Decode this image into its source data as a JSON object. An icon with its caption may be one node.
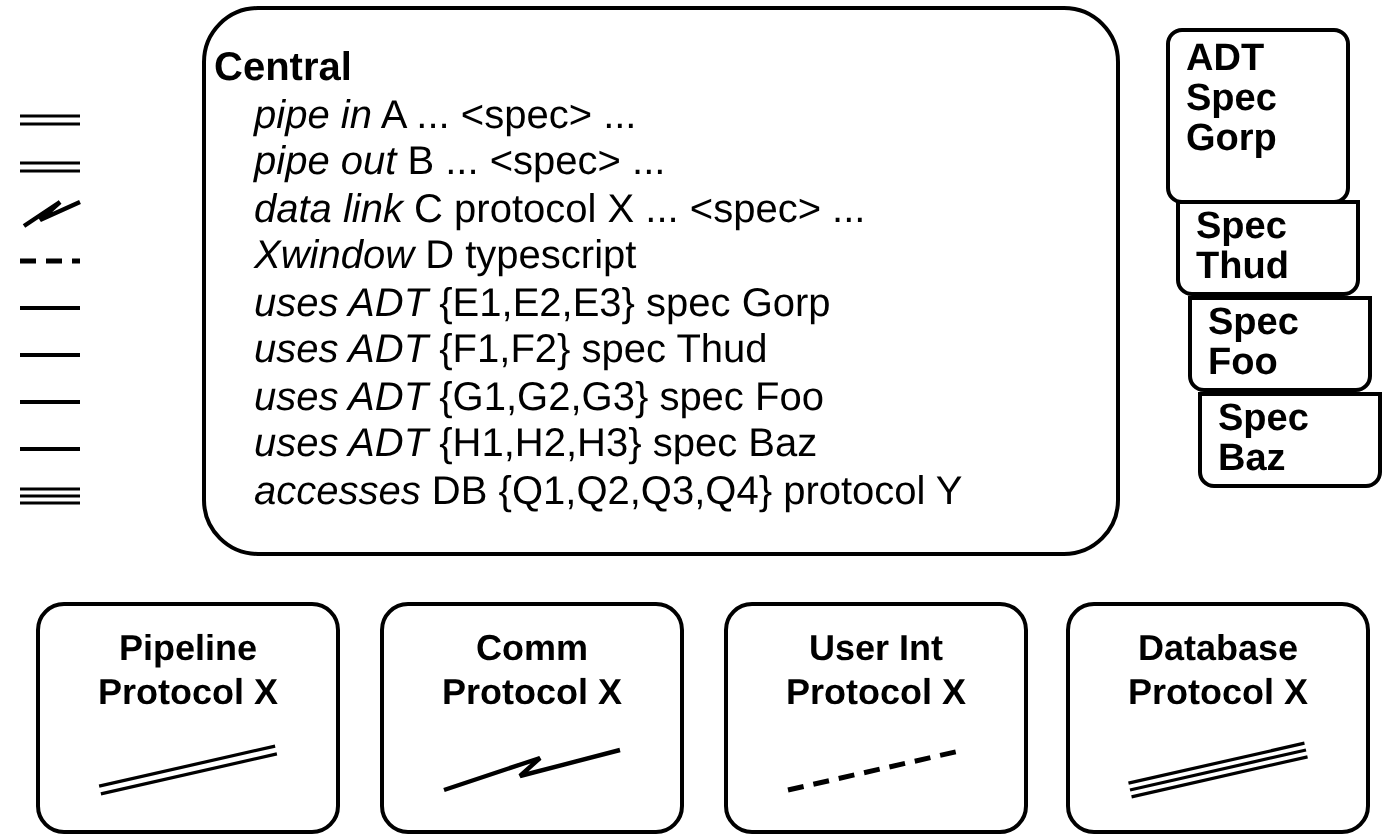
{
  "diagram": {
    "nodes": [
      {
        "text": [
          "Central",
          "*pipe in* A ... <spec> ...",
          "*pipe out* B ... <spec> ...",
          "*data link* C protocol X ... <spec> ...",
          "*Xwindow* D typescript",
          "*uses ADT* {E1,E2,E3} spec Gorp",
          "*uses ADT* {F1,F2} spec Thud",
          "*uses ADT* {G1,G2,G3} spec Foo",
          "*uses ADT* {H1,H2,H3} spec Baz",
          "*accesses* DB {Q1,Q2,Q3,Q4} protocol Y"
        ]
      },
      {
        "text": [
          "ADT Spec Gorp"
        ]
      },
      {
        "text": [
          "Spec Thud"
        ]
      },
      {
        "text": [
          "Spec Foo"
        ]
      },
      {
        "text": [
          "Spec Baz"
        ]
      },
      {
        "text": [
          "Pipeline Protocol X"
        ]
      },
      {
        "text": [
          "Comm Protocol X"
        ]
      },
      {
        "text": [
          "User Int Protocol X"
        ]
      },
      {
        "text": [
          "Database Protocol X"
        ]
      }
    ]
  }
}
